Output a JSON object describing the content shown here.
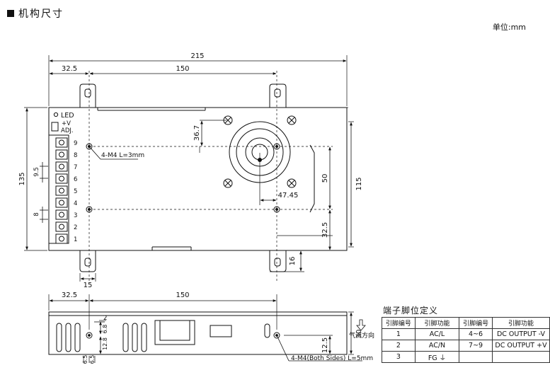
{
  "header": {
    "title": "机构尺寸",
    "units": "单位:mm"
  },
  "top_view": {
    "dims": {
      "overall_length": "215",
      "left_offset": "32.5",
      "hole_span": "150",
      "height": "135",
      "height_right": "115",
      "fan_offset": "36.7",
      "hole_v": "50",
      "hole_h": "47.45",
      "bottom_offset": "32.5",
      "foot_width": "15",
      "foot_height": "16",
      "pin_pitch": "9.5",
      "pin_width": "8"
    },
    "led_label": "LED",
    "adj_labels": [
      "+V",
      "ADJ."
    ],
    "terminal_numbers": [
      "9",
      "8",
      "7",
      "6",
      "5",
      "4",
      "3",
      "2",
      "1"
    ],
    "screw_note": "4-M4 L=3mm"
  },
  "side_view": {
    "dims": {
      "left_offset": "32.5",
      "hole_span": "150",
      "d_2": "2",
      "d_6_8": "6.8",
      "d_12_8": "12.8",
      "d_6_5a": "6.5",
      "d_6_5b": "6.5",
      "height": "30",
      "hole_height": "12.5"
    },
    "screw_note": "4-M4(Both Sides) L=5mm",
    "airflow_label": "气流方向"
  },
  "pin_table": {
    "title": "端子脚位定义",
    "headers": [
      "引脚编号",
      "引脚功能",
      "引脚编号",
      "引脚功能"
    ],
    "rows": [
      [
        "1",
        "AC/L",
        "4~6",
        "DC OUTPUT -V"
      ],
      [
        "2",
        "AC/N",
        "7~9",
        "DC OUTPUT +V"
      ],
      [
        "3",
        "FG ⏚",
        "",
        ""
      ]
    ]
  }
}
